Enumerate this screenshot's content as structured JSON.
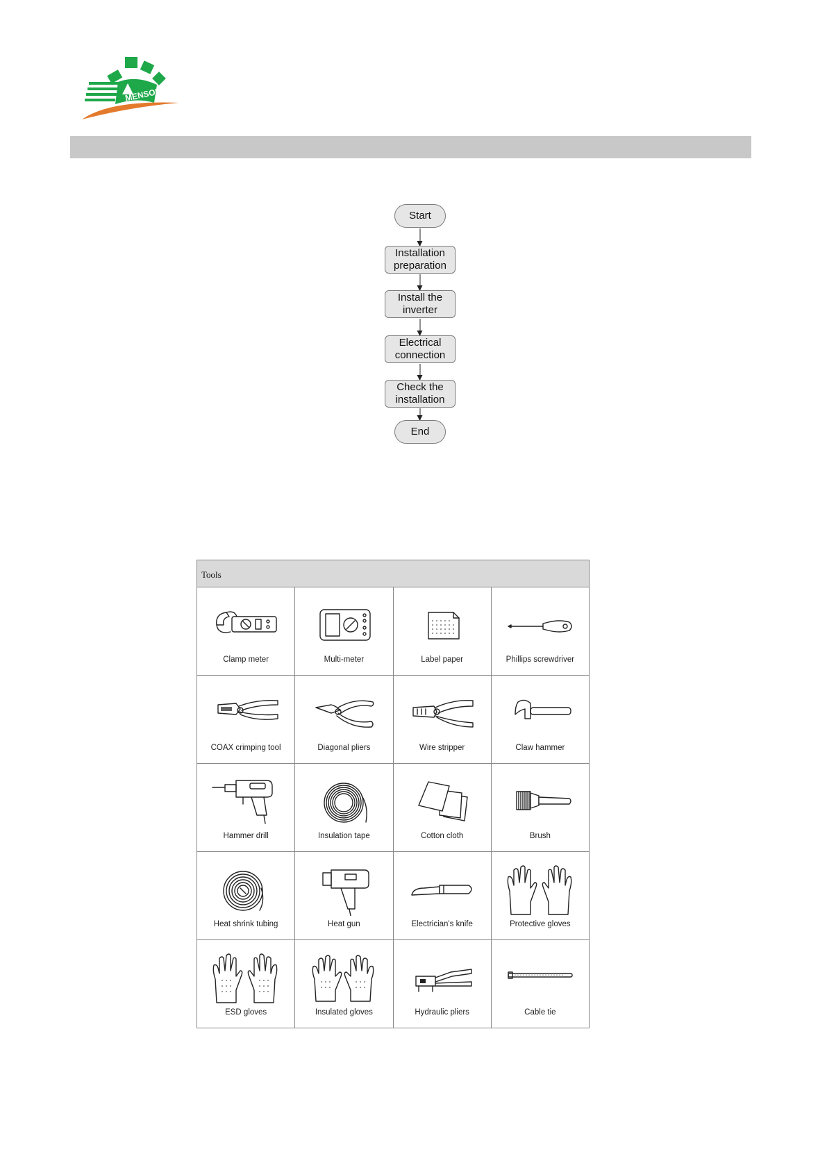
{
  "brand": {
    "logo_text": "MENSOLAR",
    "logo_green": "#1ea84a",
    "logo_orange": "#e37a2c"
  },
  "colors": {
    "header_band": "#c8c8c8",
    "node_fill": "#e6e6e6",
    "table_header": "#d9d9d9"
  },
  "flowchart": {
    "start": "Start",
    "steps": [
      "Installation preparation",
      "Install the inverter",
      "Electrical connection",
      "Check the installation"
    ],
    "end": "End"
  },
  "tools": {
    "header": "Tools",
    "rows": [
      [
        {
          "label": "Clamp meter",
          "icon": "clamp-meter-icon"
        },
        {
          "label": "Multi-meter",
          "icon": "multimeter-icon"
        },
        {
          "label": "Label paper",
          "icon": "label-paper-icon"
        },
        {
          "label": "Phillips screwdriver",
          "icon": "screwdriver-icon"
        }
      ],
      [
        {
          "label": "COAX crimping tool",
          "icon": "crimping-tool-icon"
        },
        {
          "label": "Diagonal pliers",
          "icon": "diagonal-pliers-icon"
        },
        {
          "label": "Wire stripper",
          "icon": "wire-stripper-icon"
        },
        {
          "label": "Claw hammer",
          "icon": "claw-hammer-icon"
        }
      ],
      [
        {
          "label": "Hammer drill",
          "icon": "hammer-drill-icon"
        },
        {
          "label": "Insulation tape",
          "icon": "insulation-tape-icon"
        },
        {
          "label": "Cotton cloth",
          "icon": "cotton-cloth-icon"
        },
        {
          "label": "Brush",
          "icon": "brush-icon"
        }
      ],
      [
        {
          "label": "Heat shrink tubing",
          "icon": "heat-shrink-tubing-icon"
        },
        {
          "label": "Heat gun",
          "icon": "heat-gun-icon"
        },
        {
          "label": "Electrician's knife",
          "icon": "knife-icon"
        },
        {
          "label": "Protective gloves",
          "icon": "protective-gloves-icon"
        }
      ],
      [
        {
          "label": "ESD gloves",
          "icon": "esd-gloves-icon"
        },
        {
          "label": "Insulated gloves",
          "icon": "insulated-gloves-icon"
        },
        {
          "label": "Hydraulic pliers",
          "icon": "hydraulic-pliers-icon"
        },
        {
          "label": "Cable tie",
          "icon": "cable-tie-icon"
        }
      ]
    ]
  }
}
